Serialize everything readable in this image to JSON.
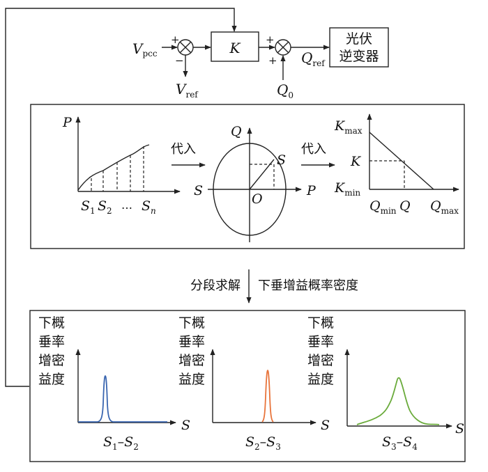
{
  "control": {
    "vpcc": "V",
    "vpcc_sub": "pcc",
    "vref": "V",
    "vref_sub": "ref",
    "k": "K",
    "qref": "Q",
    "qref_sub": "ref",
    "q0": "Q",
    "q0_sub": "0",
    "plus": "+",
    "minus": "−",
    "inverter_line1": "光伏",
    "inverter_line2": "逆变器"
  },
  "process": {
    "p_axis": "P",
    "s_labels": [
      {
        "base": "S",
        "sub": "1"
      },
      {
        "base": "S",
        "sub": "2"
      },
      {
        "base": "…",
        "sub": ""
      },
      {
        "base": "S",
        "sub": "n"
      }
    ],
    "substitute_1": "代入",
    "substitute_2": "代入",
    "circle": {
      "q": "Q",
      "s_left": "S",
      "s_point": "S",
      "o": "O",
      "p": "P"
    },
    "droop": {
      "kmax": "K",
      "kmax_sub": "max",
      "k": "K",
      "kmin": "K",
      "kmin_sub": "min",
      "qmin": "Q",
      "qmin_sub": "min",
      "q": "Q",
      "qmax": "Q",
      "qmax_sub": "max"
    }
  },
  "middle": {
    "left_text": "分段求解",
    "right_text": "下垂增益概率密度"
  },
  "density": {
    "ylabel": [
      "下概",
      "垂率",
      "增密",
      "益度"
    ],
    "x_axis": "S",
    "colors": [
      "#3a66b0",
      "#e8743b",
      "#6aab3b"
    ],
    "segments": [
      {
        "a": "S",
        "a_sub": "1",
        "dash": "–",
        "b": "S",
        "b_sub": "2"
      },
      {
        "a": "S",
        "a_sub": "2",
        "dash": "–",
        "b": "S",
        "b_sub": "3"
      },
      {
        "a": "S",
        "a_sub": "3",
        "dash": "–",
        "b": "S",
        "b_sub": "4"
      }
    ]
  }
}
